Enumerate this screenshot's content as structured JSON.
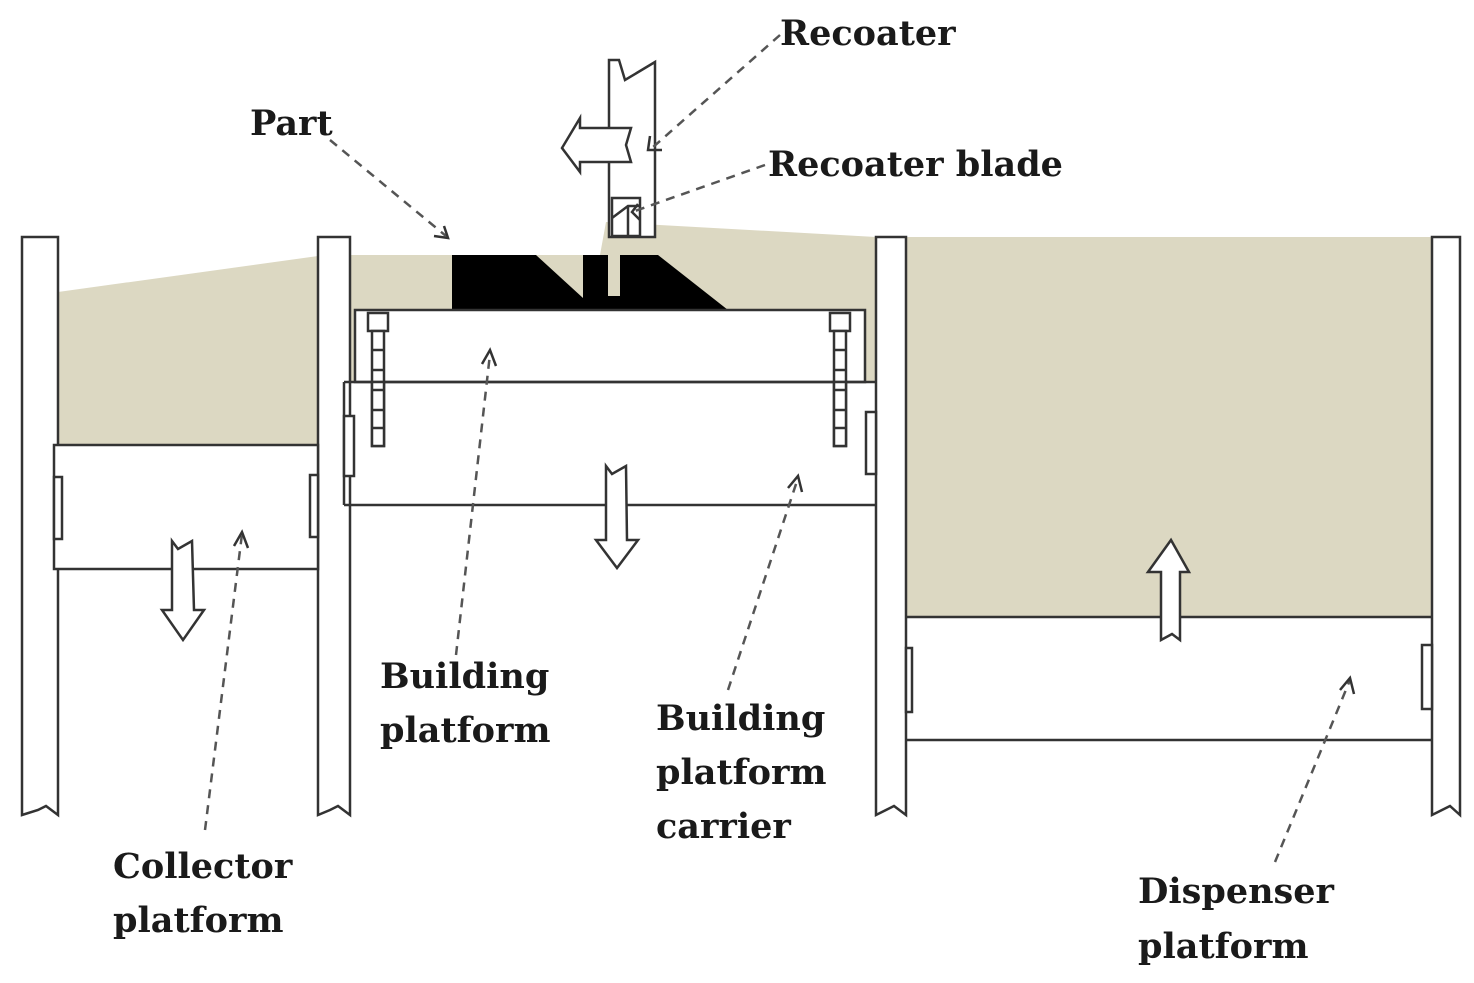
{
  "figure": {
    "title": "Powder bed fusion machine schematic",
    "colors": {
      "powder": "#dcd8c2",
      "part": "#000000",
      "outline": "#333333",
      "background": "#ffffff"
    },
    "labels": {
      "recoater": "Recoater",
      "part": "Part",
      "recoater_blade": "Recoater blade",
      "building_platform": [
        "Building",
        "platform"
      ],
      "building_platform_carrier": [
        "Building",
        "platform",
        "carrier"
      ],
      "collector_platform": [
        "Collector",
        "platform"
      ],
      "dispenser_platform": [
        "Dispenser",
        "platform"
      ]
    },
    "motion": {
      "recoater": "left",
      "collector_platform": "down",
      "building_platform": "down",
      "dispenser_platform": "up"
    }
  }
}
